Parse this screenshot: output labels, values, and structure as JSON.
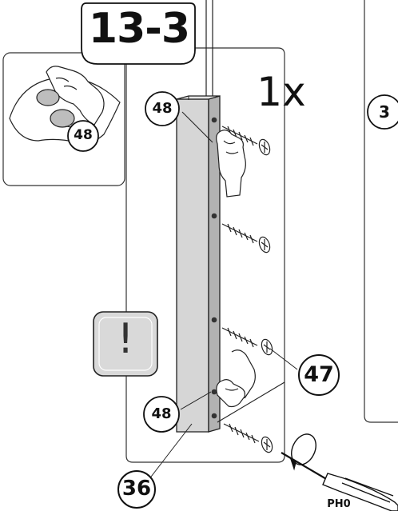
{
  "step": {
    "title": "13-3",
    "quantity": "1x"
  },
  "next_panel": {
    "step_number": "3"
  },
  "parts": {
    "cap_48_top": "48",
    "cap_48_inset": "48",
    "cap_48_bottom": "48",
    "screw_47": "47",
    "panel_36": "36"
  },
  "tool": {
    "label": "PH0"
  },
  "warning": {
    "symbol": "!"
  },
  "colors": {
    "panel": "#d4d4d4",
    "panel_dark": "#a9a9a9",
    "warning_box": "#d9d9d9",
    "line": "#1a1a1a"
  }
}
